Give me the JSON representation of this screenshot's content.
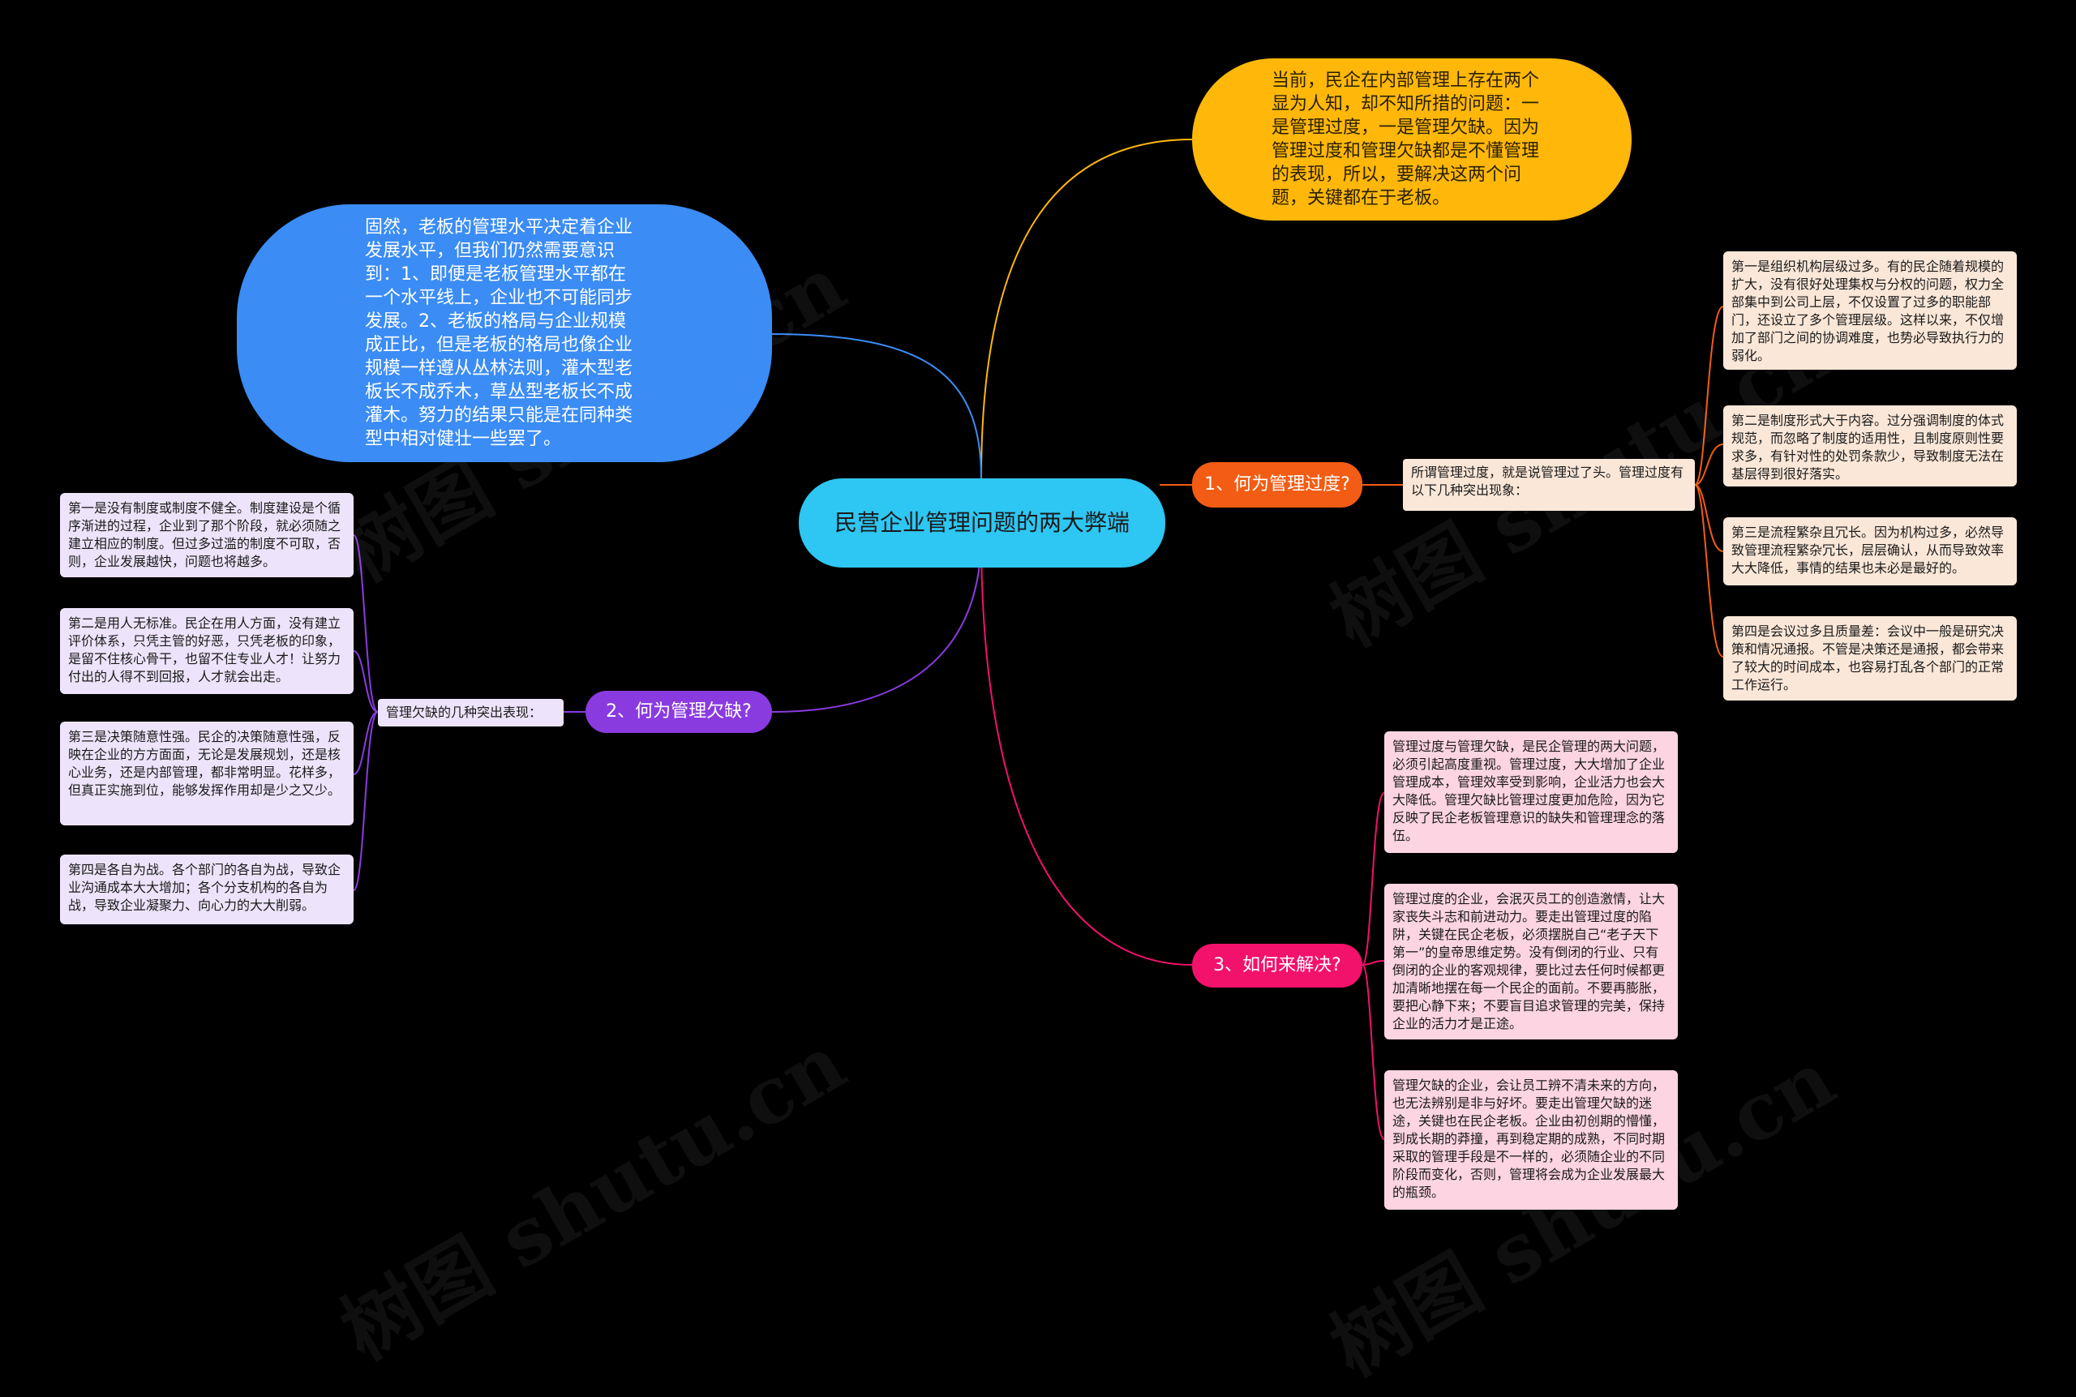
{
  "title": "民营企业管理问题的两大弊端",
  "intro_top": "当前，民企在内部管理上存在两个显为人知，却不知所措的问题：一是管理过度，一是管理欠缺。因为管理过度和管理欠缺都是不懂管理的表现，所以，要解决这两个问题，关键都在于老板。",
  "intro_left": "固然，老板的管理水平决定着企业发展水平，但我们仍然需要意识到：1、即便是老板管理水平都在一个水平线上，企业也不可能同步发展。2、老板的格局与企业规模成正比，但是老板的格局也像企业规模一样遵从丛林法则，灌木型老板长不成乔木，草丛型老板长不成灌木。努力的结果只能是在同种类型中相对健壮一些罢了。",
  "branches": {
    "b1": {
      "label": "1、何为管理过度?",
      "summary": "所谓管理过度，就是说管理过了头。管理过度有以下几种突出现象：",
      "items": [
        "第一是组织机构层级过多。有的民企随着规模的扩大，没有很好处理集权与分权的问题，权力全部集中到公司上层，不仅设置了过多的职能部门，还设立了多个管理层级。这样以来，不仅增加了部门之间的协调难度，也势必导致执行力的弱化。",
        "第二是制度形式大于内容。过分强调制度的体式规范，而忽略了制度的适用性，且制度原则性要求多，有针对性的处罚条款少，导致制度无法在基层得到很好落实。",
        "第三是流程繁杂且冗长。因为机构过多，必然导致管理流程繁杂冗长，层层确认，从而导致效率大大降低，事情的结果也未必是最好的。",
        "第四是会议过多且质量差：会议中一般是研究决策和情况通报。不管是决策还是通报，都会带来了较大的时间成本，也容易打乱各个部门的正常工作运行。"
      ]
    },
    "b2": {
      "label": "2、何为管理欠缺?",
      "summary": "管理欠缺的几种突出表现：",
      "items": [
        "第一是没有制度或制度不健全。制度建设是个循序渐进的过程，企业到了那个阶段，就必须随之建立相应的制度。但过多过滥的制度不可取，否则，企业发展越快，问题也将越多。",
        "第二是用人无标准。民企在用人方面，没有建立评价体系，只凭主管的好恶，只凭老板的印象，是留不住核心骨干，也留不住专业人才！让努力付出的人得不到回报，人才就会出走。",
        "第三是决策随意性强。民企的决策随意性强，反映在企业的方方面面，无论是发展规划，还是核心业务，还是内部管理，都非常明显。花样多，但真正实施到位，能够发挥作用却是少之又少。",
        "第四是各自为战。各个部门的各自为战，导致企业沟通成本大大增加；各个分支机构的各自为战，导致企业凝聚力、向心力的大大削弱。"
      ]
    },
    "b3": {
      "label": "3、如何来解决?",
      "items": [
        "管理过度与管理欠缺，是民企管理的两大问题，必须引起高度重视。管理过度，大大增加了企业管理成本，管理效率受到影响，企业活力也会大大降低。管理欠缺比管理过度更加危险，因为它反映了民企老板管理意识的缺失和管理理念的落伍。",
        "管理过度的企业，会泯灭员工的创造激情，让大家丧失斗志和前进动力。要走出管理过度的陷阱，关键在民企老板，必须摆脱自己“老子天下第一”的皇帝思维定势。没有倒闭的行业、只有倒闭的企业的客观规律，要比过去任何时候都更加清晰地摆在每一个民企的面前。不要再膨胀，要把心静下来；不要盲目追求管理的完美，保持企业的活力才是正途。",
        "管理欠缺的企业，会让员工辨不清未来的方向，也无法辨别是非与好坏。要走出管理欠缺的迷途，关键也在民企老板。企业由初创期的懵懂，到成长期的莽撞，再到稳定期的成熟，不同时期采取的管理手段是不一样的，必须随企业的不同阶段而变化，否则，管理将会成为企业发展最大的瓶颈。"
      ]
    }
  },
  "watermark": "树图 shutu.cn",
  "colors": {
    "background": "#000000",
    "root": "#2ec6f2",
    "yellow": "#ffb70a",
    "blue": "#3b8cf5",
    "orange": "#f35c14",
    "purple": "#8a3be0",
    "pink": "#f2116b"
  }
}
